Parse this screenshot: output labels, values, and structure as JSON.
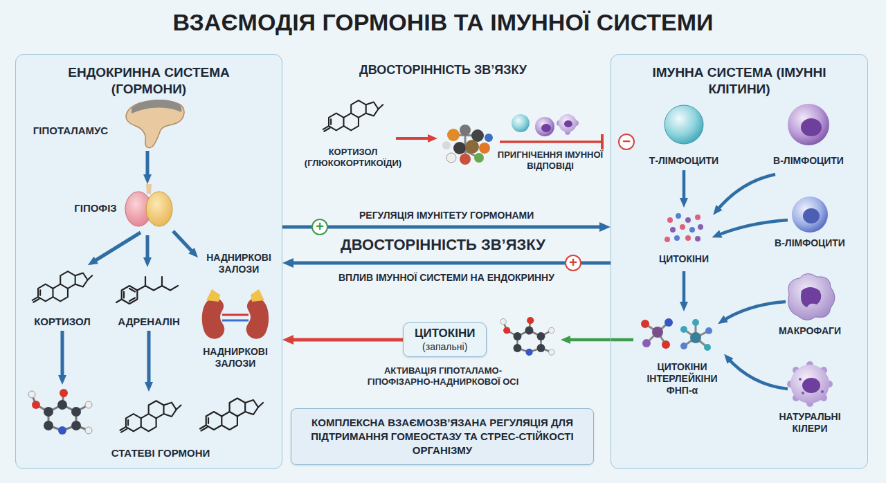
{
  "diagram": {
    "title": "ВЗАЄМОДІЯ ГОРМОНІВ ТА ІМУННОЇ СИСТЕМИ",
    "nodes": [
      {
        "text": [
          "ЕНДОКРИННА СИСТЕМА (ГОРМОНИ)"
        ]
      },
      {
        "text": [
          "ІМУННА СИСТЕМА (ІМУННІ КЛІТИНИ)"
        ]
      },
      {
        "text": [
          "ЦИТОКІНИ",
          "(запальні)"
        ]
      },
      {
        "text": [
          "КОМПЛЕКСНА ВЗАЄМОЗВ’ЯЗАНА РЕГУЛЯЦІЯ ДЛЯ ПІДТРИМАННЯ ГОМЕОСТАЗУ ТА СТРЕС-СТІЙКОСТІ ОРГАНІЗМУ"
        ]
      }
    ],
    "edges": [
      {
        "from": 0,
        "to": 1,
        "label": "РЕГУЛЯЦІЯ ІМУНІТЕТУ ГОРМОНАМИ",
        "arrow": "to"
      },
      {
        "from": 1,
        "to": 0,
        "label": "ВПЛИВ ІМУННОЇ СИСТЕМИ НА ЕНДОКРИННУ",
        "arrow": "to"
      },
      {
        "from": 2,
        "to": 0,
        "arrow": "to"
      }
    ],
    "labels": [
      "ГІПОТАЛАМУС",
      "ГІПОФІЗ",
      "НАДНИРКОВІ ЗАЛОЗИ",
      "КОРТИЗОЛ",
      "АДРЕНАЛІН",
      "НАДНИРКОВІ ЗАЛОЗИ",
      "СТАТЕВІ ГОРМОНИ",
      "ДВОСТОРІННІСТЬ ЗВ’ЯЗКУ",
      "КОРТИЗОЛ (ГЛЮКОКОРТИКОЇДИ)",
      "ПРИГНІЧЕННЯ ІМУННОЇ ВІДПОВІДІ",
      "−",
      "+",
      "ДВОСТОРІННІСТЬ ЗВ’ЯЗКУ",
      "+",
      "АКТИВАЦІЯ ГІПОТАЛАМО-ГІПОФІЗАРНО-НАДНИРКОВОЇ ОСІ",
      "Т-ЛІМФОЦИТИ",
      "В-ЛІМФОЦИТИ",
      "ЦИТОКІНИ",
      "В-ЛІМФОЦИТИ",
      "МАКРОФАГИ",
      "ЦИТОКІНИ ІНТЕРЛЕЙКІНИ ФНП-α",
      "НАТУРАЛЬНІ КІЛЕРИ"
    ]
  }
}
